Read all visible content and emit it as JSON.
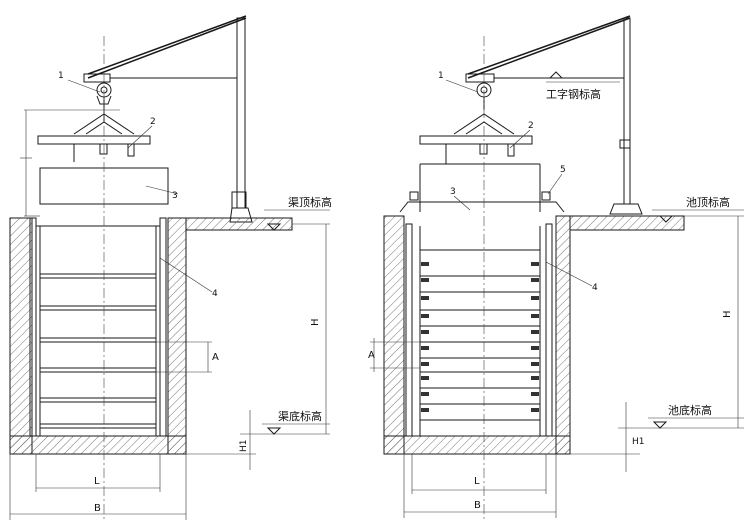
{
  "left_view": {
    "parts": [
      "1",
      "2",
      "3",
      "4"
    ],
    "dims": {
      "H": "H",
      "A": "A",
      "L": "L",
      "B": "B",
      "H1": "H1"
    },
    "elev_top": "渠顶标高",
    "elev_bottom": "渠底标高"
  },
  "right_view": {
    "parts": [
      "1",
      "2",
      "3",
      "4",
      "5"
    ],
    "dims": {
      "H": "H",
      "A": "A",
      "L": "L",
      "B": "B",
      "H1": "H1"
    },
    "elev_beam": "工字钢标高",
    "elev_top": "池顶标高",
    "elev_bottom": "池底标高"
  }
}
